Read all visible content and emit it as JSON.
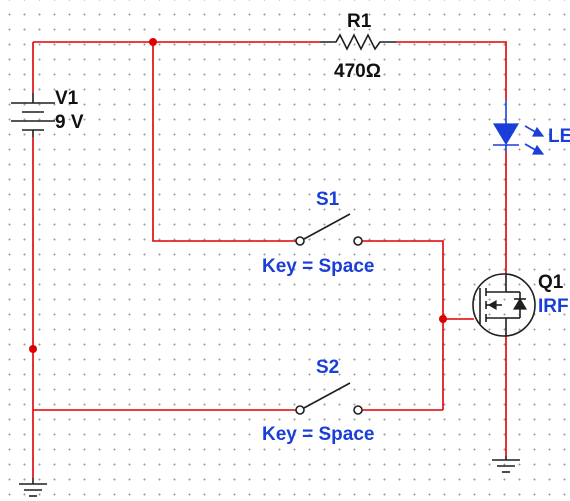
{
  "components": {
    "r1": {
      "ref": "R1",
      "value": "470Ω"
    },
    "v1": {
      "ref": "V1",
      "value": "9 V"
    },
    "led": {
      "ref_partial": "LE"
    },
    "s1": {
      "ref": "S1",
      "key": "Key = Space"
    },
    "s2": {
      "ref": "S2",
      "key": "Key = Space"
    },
    "q1": {
      "ref": "Q1",
      "part_partial": "IRF"
    }
  },
  "colors": {
    "wire": "#e00000",
    "component": "#1f1f1f",
    "label_blue": "#1a3fd8",
    "grid_dot": "#9a9a9a"
  }
}
